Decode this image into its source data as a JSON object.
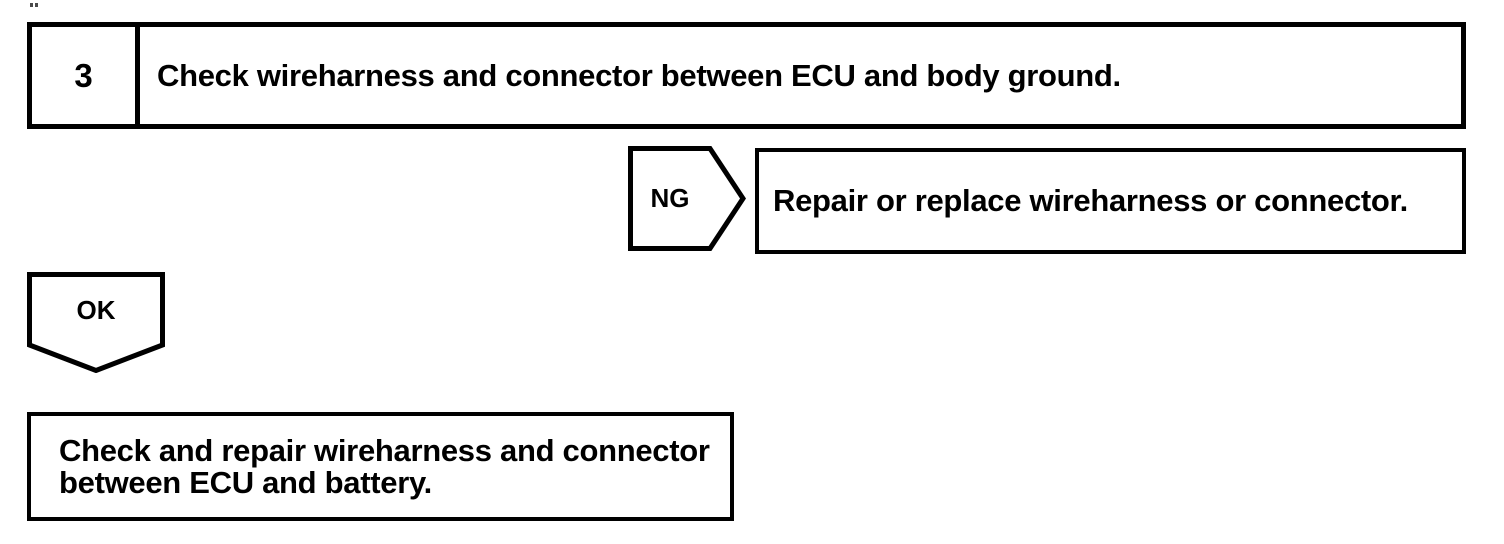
{
  "diagram": {
    "type": "troubleshooting-flowchart",
    "step": {
      "number": "3",
      "instruction": "Check wireharness and connector between ECU and body ground."
    },
    "branches": [
      {
        "tag": "NG",
        "direction": "right",
        "result": "Repair or replace wireharness or connector."
      },
      {
        "tag": "OK",
        "direction": "down",
        "result": "Check and repair wireharness and connector between ECU and battery."
      }
    ],
    "ng_tag": "NG",
    "ng_result": "Repair or replace wireharness or connector.",
    "ok_tag": "OK",
    "ok_result": "Check and repair wireharness and connector\nbetween ECU and battery."
  },
  "colors": {
    "ink": "#000000",
    "paper": "#ffffff"
  }
}
